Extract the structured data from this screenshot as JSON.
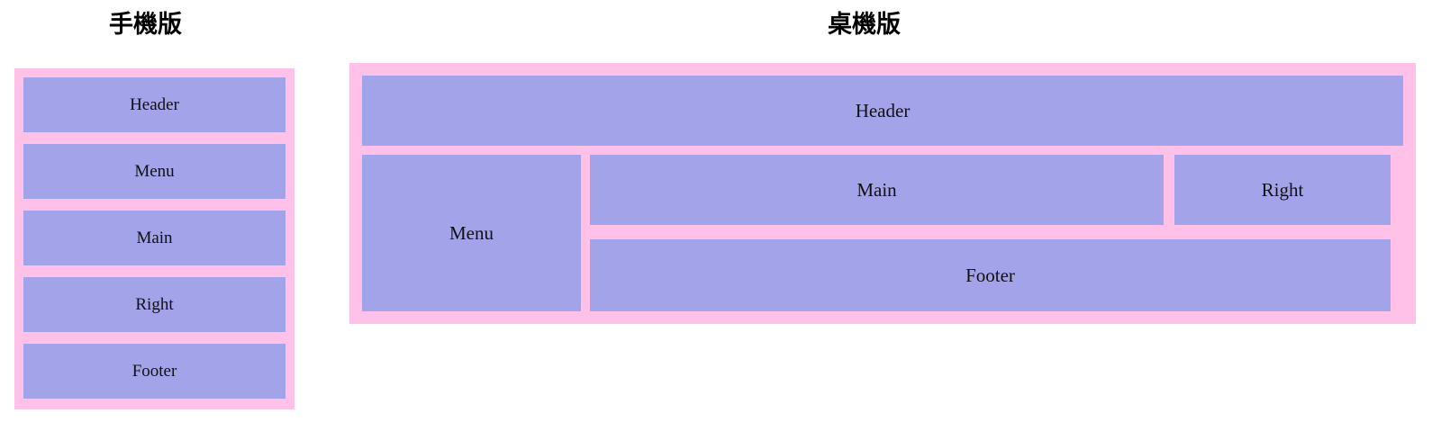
{
  "page": {
    "background_color": "#ffffff",
    "frame_color": "#ffc1e8",
    "block_color": "#a3a3ea",
    "text_color": "#111111"
  },
  "mobile": {
    "title": "手機版",
    "blocks": [
      {
        "label": "Header"
      },
      {
        "label": "Menu"
      },
      {
        "label": "Main"
      },
      {
        "label": "Right"
      },
      {
        "label": "Footer"
      }
    ]
  },
  "desktop": {
    "title": "桌機版",
    "blocks": [
      {
        "label": "Header"
      },
      {
        "label": "Menu"
      },
      {
        "label": "Main"
      },
      {
        "label": "Right"
      },
      {
        "label": "Footer"
      }
    ]
  }
}
